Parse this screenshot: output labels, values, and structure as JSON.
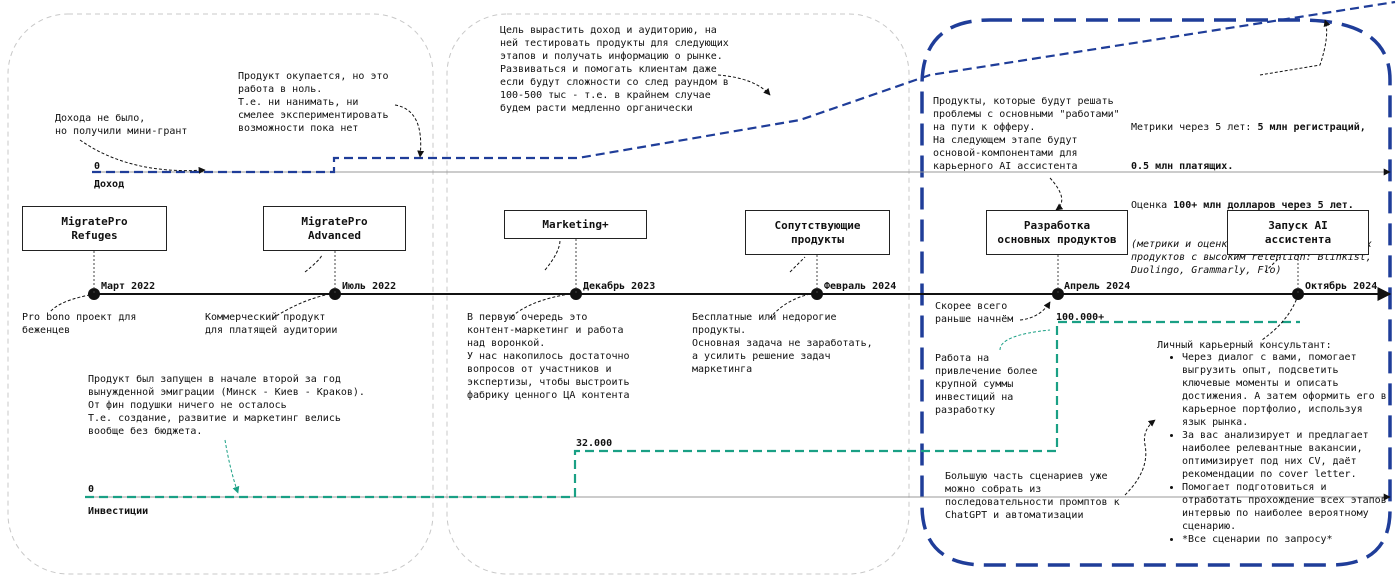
{
  "colors": {
    "income": "#1f3d99",
    "investment": "#1aa085",
    "axis": "#111111",
    "frame": "#c8c8c8"
  },
  "income": {
    "axis_label": "Доход",
    "zero": "0",
    "notes": {
      "grant": "Дохода не было,\nно получили мини-грант",
      "payback": "Продукт окупается, но это\nработа в ноль.\nТ.е. ни нанимать, ни\nсмелее экспериментировать\nвозможности пока нет",
      "goal": "Цель вырастить доход и аудиторию, на\nней тестировать продукты для следующих\nэтапов и получать информацию о рынке.\nРазвиваться и помогать клиентам даже\nесли будут сложности со след раундом в\n100-500 тыс - т.е. в крайнем случае\nбудем расти медленно органически",
      "core_products": "Продукты, которые будут решать\nпроблемы с основными \"работами\"\nна пути к офферу.\nНа следующем этапе будут\nосновой-компонентами для\nкарьерного AI ассистента"
    },
    "metrics": {
      "line1_prefix": "Метрики через 5 лет: ",
      "line1_bold": "5 млн регистраций,",
      "line2_bold": "0.5 млн платящих.",
      "line3_prefix": "Оценка ",
      "line3_bold": "100+ млн долларов через 5 лет.",
      "line4_italic": "(метрики и оценки основываются на цифрах\nпродуктов с высоким retention: Blinkist,\nDuolingo, Grammarly, Flo)"
    }
  },
  "timeline": {
    "milestones": [
      {
        "title": "MigratePro\nRefuges",
        "date": "Март 2022",
        "desc": "Pro bono проект для\nбеженцев"
      },
      {
        "title": "MigratePro\nAdvanced",
        "date": "Июль 2022",
        "desc": "Коммерческий продукт\nдля платящей аудитории"
      },
      {
        "title": "Marketing+",
        "date": "Декабрь 2023",
        "desc": "В первую очередь это\nконтент-маркетинг и работа\nнад воронкой.\nУ нас накопилось достаточно\nвопросов от участников и\nэкспертизы, чтобы выстроить\nфабрику ценного ЦА контента"
      },
      {
        "title": "Сопутствующие\nпродукты",
        "date": "Февраль 2024",
        "desc": "Бесплатные или недорогие\nпродукты.\nОсновная задача не заработать,\nа усилить решение задач\nмаркетинга"
      },
      {
        "title": "Разработка\nосновных продуктов",
        "date": "Апрель 2024",
        "desc": "Скорее всего\nраньше начнём"
      },
      {
        "title": "Запуск AI\nассистента",
        "date": "Октябрь 2024",
        "desc": "Личный карьерный консультант:"
      }
    ],
    "ai_assistant_points": [
      "Через диалог с вами, помогает выгрузить опыт, подсветить ключевые моменты и описать достижения. А затем оформить его в карьерное портфолио, используя язык рынка.",
      "За вас анализирует и предлагает наиболее релевантные вакансии, оптимизирует под них CV, даёт рекомендации по cover letter.",
      "Помогает подготовиться и отработать прохождение всех этапов интервью по наиболее вероятному сценарию.",
      "*Все сценарии по запросу*"
    ]
  },
  "investment": {
    "axis_label": "Инвестиции",
    "zero": "0",
    "level_1": "32.000",
    "level_2": "100.000+",
    "notes": {
      "start": "Продукт был запущен в начале второй за год\nвынужденной эмиграции (Минск - Киев - Краков).\nОт фин подушки ничего не осталось\nТ.е. создание, развитие и маркетинг велись\nвообще без бюджета.",
      "raise": "Работа на\nпривлечение более\nкрупной суммы\nинвестиций на\nразработку",
      "chatgpt": "Большую часть сценариев уже\nможно собрать из\nпоследовательности промптов к\nChatGPT и автоматизации"
    }
  }
}
